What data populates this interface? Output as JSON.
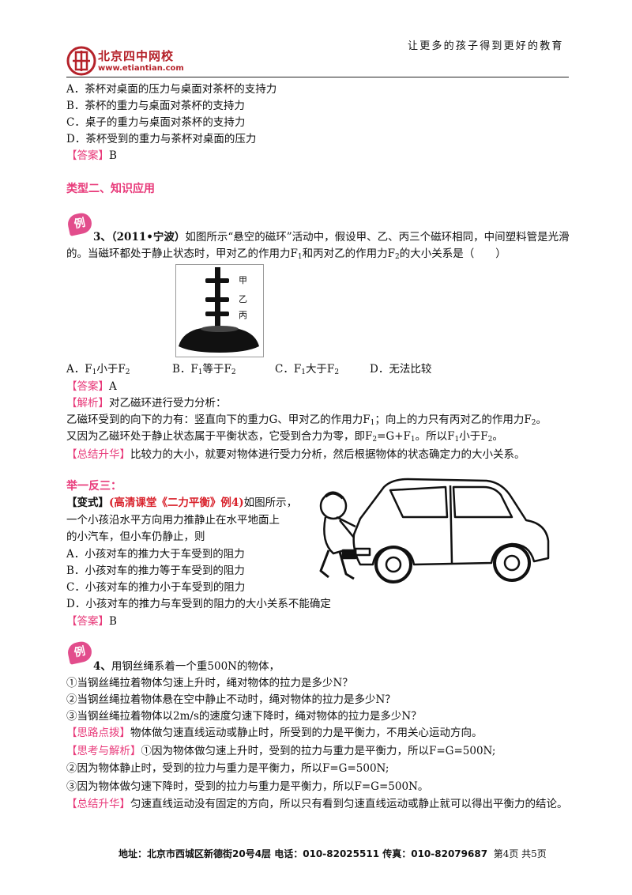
{
  "header": {
    "logo_cn": "北京四中网校",
    "logo_url": "www.etiantian.com",
    "slogan": "让更多的孩子得到更好的教育"
  },
  "q_prev": {
    "options": [
      "A．茶杯对桌面的压力与桌面对茶杯的支持力",
      "B．茶杯的重力与桌面对茶杯的支持力",
      "C．桌子的重力与桌面对茶杯的支持力",
      "D．茶杯受到的重力与茶杯对桌面的压力"
    ],
    "answer_tag": "【答案】",
    "answer": "B"
  },
  "section2_title": "类型二、知识应用",
  "example_badge": "例",
  "q3": {
    "num": "3、",
    "source": "（2011•宁波）",
    "stem1": "如图所示“悬空的磁环”活动中，假设甲、乙、丙三个磁环相同，中间塑料管是光滑",
    "stem2_a": "的。当磁环都处于静止状态时，甲对乙的作用力F",
    "stem2_b": "和丙对乙的作用力F",
    "stem2_c": "的大小关系是（　　）",
    "fig_labels": [
      "甲",
      "乙",
      "丙"
    ],
    "opt_a": "A．F",
    "opt_a2": "小于F",
    "opt_b": "B．F",
    "opt_b2": "等于F",
    "opt_c": "C．F",
    "opt_c2": "大于F",
    "opt_d": "D．无法比较",
    "sub1": "1",
    "sub2": "2",
    "answer_tag": "【答案】",
    "answer": "A",
    "analysis_tag": "【解析】",
    "analysis1": "对乙磁环进行受力分析：",
    "analysis2_a": "乙磁环受到的向下的力有：竖直向下的重力G、甲对乙的作用力F",
    "analysis2_b": "；向上的力只有丙对乙的作用力F",
    "analysis2_c": "。",
    "analysis3_a": "又因为乙磁环处于静止状态属于平衡状态，它受到合力为零，即F",
    "analysis3_b": "=G+F",
    "analysis3_c": "。所以F",
    "analysis3_d": "小于F",
    "analysis3_e": "。",
    "summary_tag": "【总结升华】",
    "summary": "比较力的大小，就要对物体进行受力分析，然后根据物体的状态确定力的大小关系。"
  },
  "variant": {
    "title": "举一反三：",
    "tag": "【变式】",
    "source": "(高清课堂《二力平衡》例4)",
    "stem1": "如图所示，",
    "stem2": "一个小孩沿水平方向用力推静止在水平地面上",
    "stem3": "的小汽车，但小车仍静止，则",
    "options": [
      "A．小孩对车的推力大于车受到的阻力",
      "B．小孩对车的推力等于车受到的阻力",
      "C．小孩对车的推力小于车受到的阻力",
      "D．小孩对车的推力与车受到的阻力的大小关系不能确定"
    ],
    "answer_tag": "【答案】",
    "answer": "B"
  },
  "q4": {
    "num": "4、",
    "stem": "用钢丝绳系着一个重500N的物体，",
    "parts": [
      "①当钢丝绳拉着物体匀速上升时，绳对物体的拉力是多少N？",
      "②当钢丝绳拉着物体悬在空中静止不动时，绳对物体的拉力是多少N？",
      "③当钢丝绳拉着物体以2m/s的速度匀速下降时，绳对物体的拉力是多少N？"
    ],
    "hint_tag": "【思路点拨】",
    "hint": "物体做匀速直线运动或静止时，所受到的力是平衡力，不用关心运动方向。",
    "analysis_tag": "【思考与解析】",
    "analysis1": "①因为物体做匀速上升时，受到的拉力与重力是平衡力，所以F=G=500N;",
    "analysis2": "②因为物体静止时，受到的拉力与重力是平衡力，所以F=G=500N;",
    "analysis3": "③因为物体做匀速下降时，受到的拉力与重力是平衡力，所以F=G=500N。",
    "summary_tag": "【总结升华】",
    "summary": "匀速直线运动没有固定的方向，所以只有看到匀速直线运动或静止就可以得出平衡力的结论。"
  },
  "footer": {
    "address": "地址：北京市西城区新德街20号4层  电话：010-82025511  传真：010-82079687",
    "page": "第4页  共5页"
  }
}
